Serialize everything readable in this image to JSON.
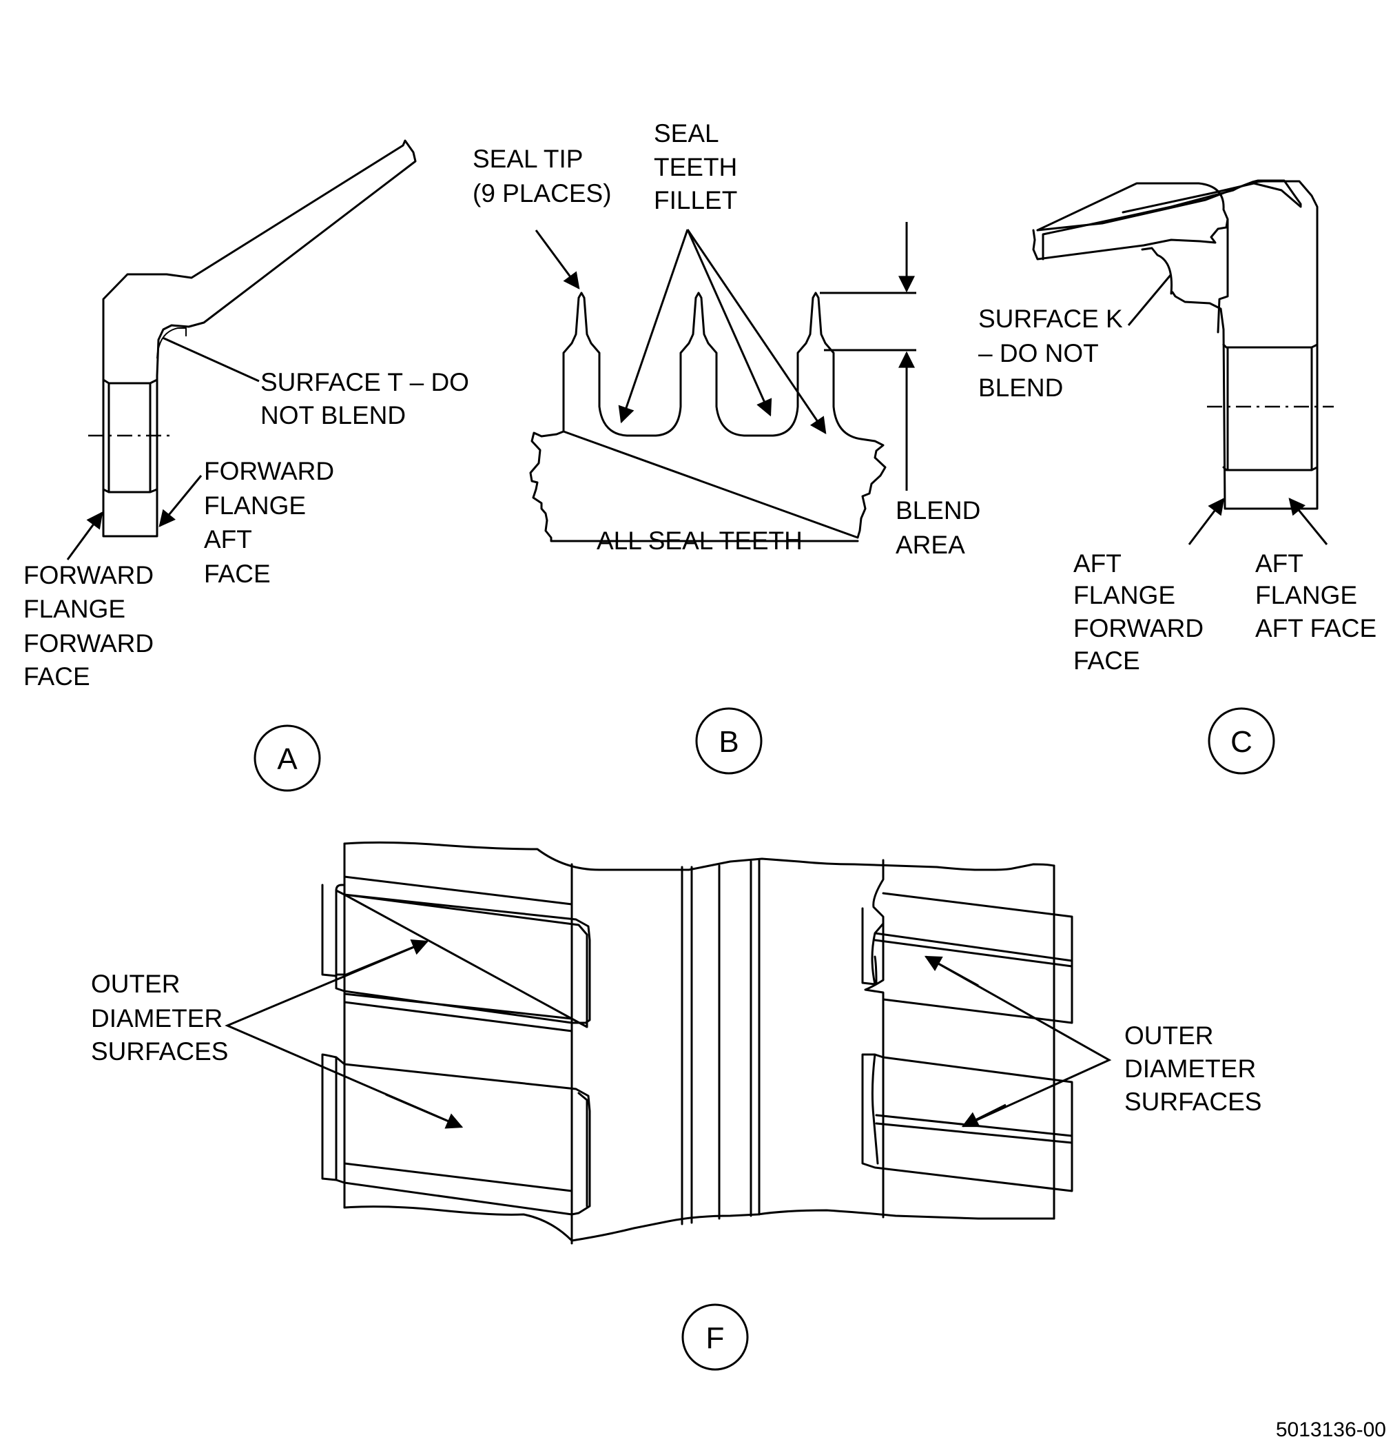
{
  "view_a": {
    "letter": "A",
    "surface_t_line1_prefix": "SURFACE ",
    "surface_t_line1_bold": "T",
    "surface_t_line1_suffix": " – DO",
    "surface_t_line2": "NOT BLEND",
    "fwd_flange_aft_face": [
      "FORWARD",
      "FLANGE",
      "AFT",
      "FACE"
    ],
    "fwd_flange_fwd_face": [
      "FORWARD",
      "FLANGE",
      "FORWARD",
      "FACE"
    ]
  },
  "view_b": {
    "letter": "B",
    "seal_tip": [
      "SEAL TIP",
      "(9 PLACES)"
    ],
    "seal_teeth_fillet": [
      "SEAL",
      "TEETH",
      "FILLET"
    ],
    "blend_area": [
      "BLEND",
      "AREA"
    ],
    "all_seal_teeth": "ALL SEAL TEETH"
  },
  "view_c": {
    "letter": "C",
    "surface_k_line1_prefix": "SURFACE ",
    "surface_k_line1_bold": "K",
    "surface_k_line2": "– DO NOT",
    "surface_k_line3": "BLEND",
    "aft_flange_fwd_face": [
      "AFT",
      "FLANGE",
      "FORWARD",
      "FACE"
    ],
    "aft_flange_aft_face": [
      "AFT",
      "FLANGE",
      "AFT FACE"
    ]
  },
  "view_f": {
    "letter": "F",
    "outer_dia_left": [
      "OUTER",
      "DIAMETER",
      "SURFACES"
    ],
    "outer_dia_right": [
      "OUTER",
      "DIAMETER",
      "SURFACES"
    ]
  },
  "doc_number": "5013136-00"
}
